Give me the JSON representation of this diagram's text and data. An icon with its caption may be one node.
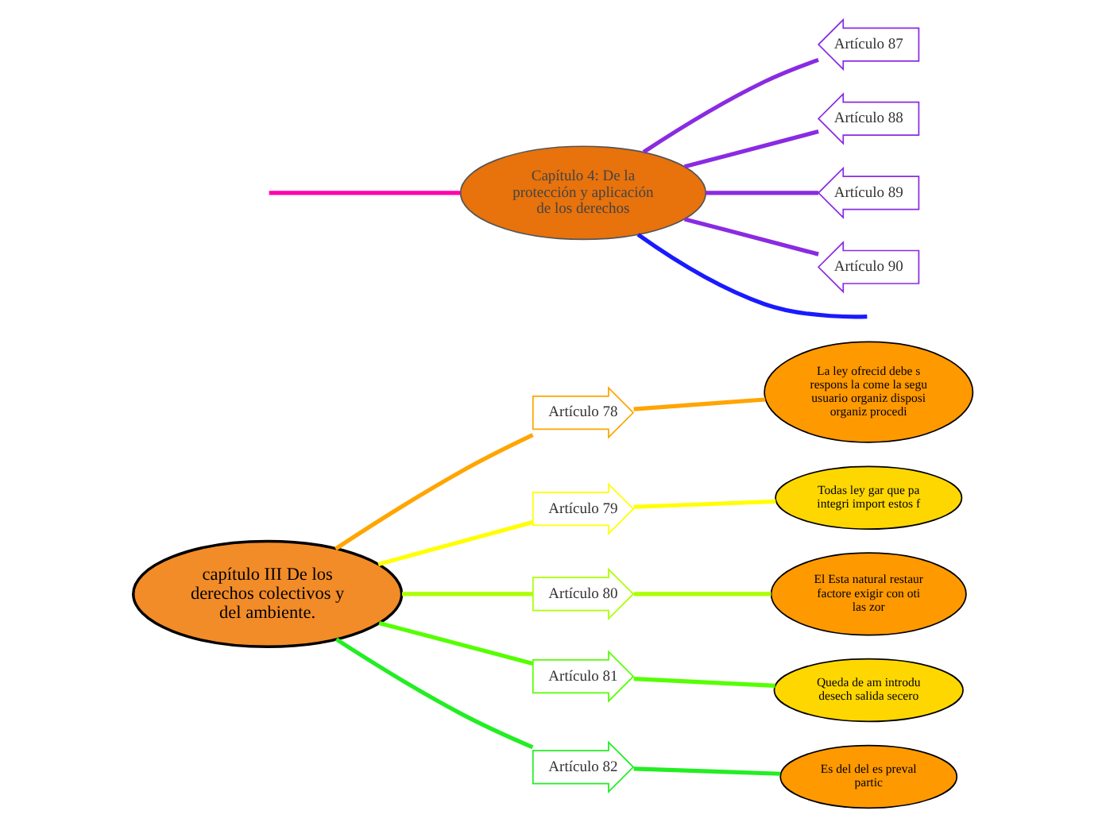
{
  "diagram": {
    "nodes": [
      {
        "text": [
          "capítulo III De los derechos colectivos y del ambiente."
        ]
      },
      {
        "text": [
          "Capítulo 4: De la protección y aplicación de los derechos"
        ]
      },
      {
        "text": [
          "Artículo 78"
        ]
      },
      {
        "text": [
          "La ley ofrecid debe s respons la come la segu usuario organiz disposi organiz procedi"
        ]
      },
      {
        "text": [
          "Artículo 79"
        ]
      },
      {
        "text": [
          "Todas ley gar que pa integri import estos f"
        ]
      },
      {
        "text": [
          "Artículo 80"
        ]
      },
      {
        "text": [
          "El Esta natural restaur factore exigir con oti las zor"
        ]
      },
      {
        "text": [
          "Artículo 81"
        ]
      },
      {
        "text": [
          "Queda de am introdu desech salida secero"
        ]
      },
      {
        "text": [
          "Artículo 82"
        ]
      },
      {
        "text": [
          "Es del del es preval partic"
        ]
      },
      {
        "text": [
          "Artículo 87"
        ]
      },
      {
        "text": [
          "Artículo 88"
        ]
      },
      {
        "text": [
          "Artículo 89"
        ]
      },
      {
        "text": [
          "Artículo 90"
        ]
      }
    ],
    "edges": [
      {
        "from": 0,
        "to": 2,
        "arrow": "none",
        "color": "#ffa500"
      },
      {
        "from": 2,
        "to": 3,
        "arrow": "none",
        "color": "#ffa500"
      },
      {
        "from": 0,
        "to": 4,
        "arrow": "none",
        "color": "#ffff00"
      },
      {
        "from": 4,
        "to": 5,
        "arrow": "none",
        "color": "#ffff00"
      },
      {
        "from": 0,
        "to": 6,
        "arrow": "none",
        "color": "#aaff00"
      },
      {
        "from": 6,
        "to": 7,
        "arrow": "none",
        "color": "#aaff00"
      },
      {
        "from": 0,
        "to": 8,
        "arrow": "none",
        "color": "#55ff00"
      },
      {
        "from": 8,
        "to": 9,
        "arrow": "none",
        "color": "#55ff00"
      },
      {
        "from": 0,
        "to": 10,
        "arrow": "none",
        "color": "#22ee22"
      },
      {
        "from": 10,
        "to": 11,
        "arrow": "none",
        "color": "#22ee22"
      },
      {
        "from": 1,
        "to": 12,
        "arrow": "none",
        "color": "#8a2be2"
      },
      {
        "from": 1,
        "to": 13,
        "arrow": "none",
        "color": "#8a2be2"
      },
      {
        "from": 1,
        "to": 14,
        "arrow": "none",
        "color": "#8a2be2"
      },
      {
        "from": 1,
        "to": 15,
        "arrow": "none",
        "color": "#8a2be2"
      },
      {
        "from": 1,
        "to": null,
        "arrow": "none",
        "color": "#1a1aff"
      },
      {
        "from": null,
        "to": 1,
        "arrow": "none",
        "color": "#ff00aa"
      }
    ]
  }
}
